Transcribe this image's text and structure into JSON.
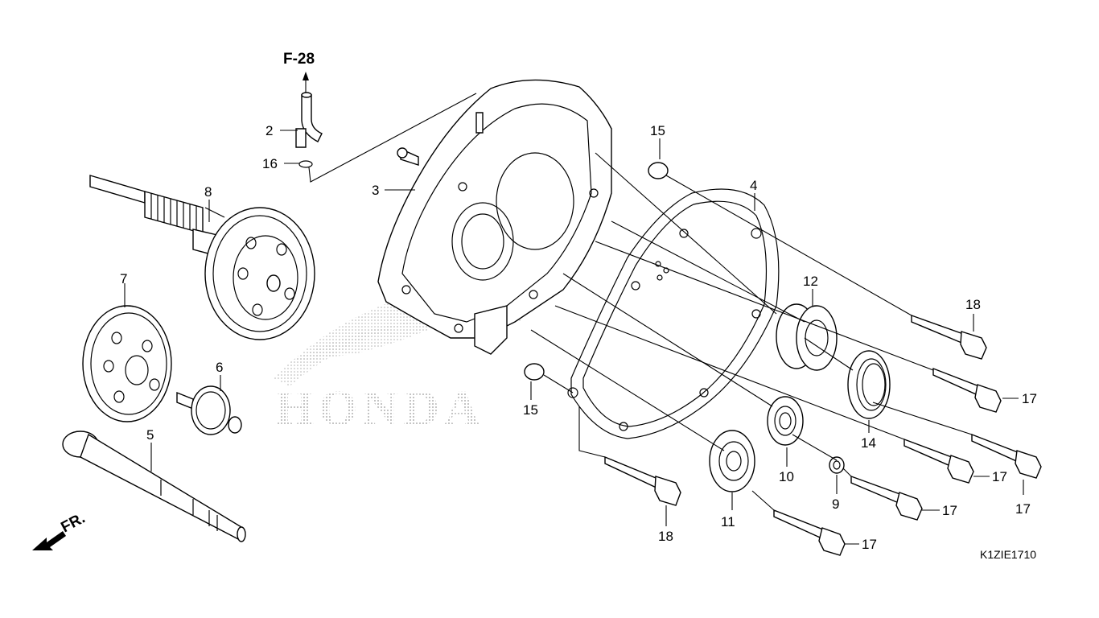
{
  "diagram": {
    "ref_label": "F-28",
    "drawing_code": "K1ZIE1710",
    "front_label": "FR.",
    "watermark": "HONDA",
    "callouts": [
      {
        "id": "c2",
        "text": "2"
      },
      {
        "id": "c16",
        "text": "16"
      },
      {
        "id": "c8",
        "text": "8"
      },
      {
        "id": "c7",
        "text": "7"
      },
      {
        "id": "c6",
        "text": "6"
      },
      {
        "id": "c5",
        "text": "5"
      },
      {
        "id": "c3",
        "text": "3"
      },
      {
        "id": "c15a",
        "text": "15"
      },
      {
        "id": "c15b",
        "text": "15"
      },
      {
        "id": "c4",
        "text": "4"
      },
      {
        "id": "c12",
        "text": "12"
      },
      {
        "id": "c18a",
        "text": "18"
      },
      {
        "id": "c17a",
        "text": "17"
      },
      {
        "id": "c14",
        "text": "14"
      },
      {
        "id": "c17b",
        "text": "17"
      },
      {
        "id": "c17c",
        "text": "17"
      },
      {
        "id": "c10",
        "text": "10"
      },
      {
        "id": "c9",
        "text": "9"
      },
      {
        "id": "c17d",
        "text": "17"
      },
      {
        "id": "c11",
        "text": "11"
      },
      {
        "id": "c18b",
        "text": "18"
      },
      {
        "id": "c17e",
        "text": "17"
      }
    ]
  }
}
